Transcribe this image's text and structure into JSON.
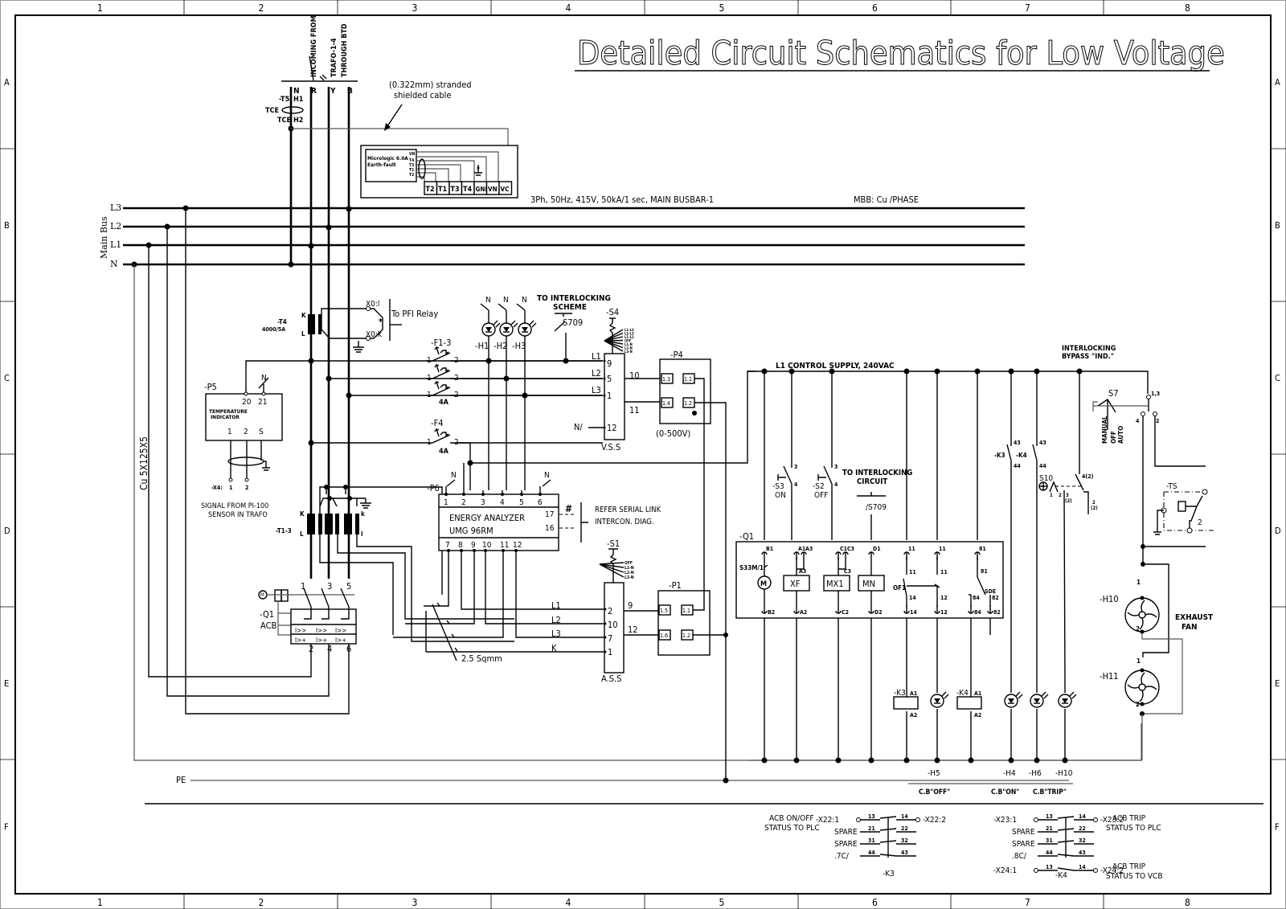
{
  "title": "Detailed Circuit Schematics for Low Voltage",
  "frame": {
    "columns": [
      "1",
      "2",
      "3",
      "4",
      "5",
      "6",
      "7",
      "8"
    ],
    "rows": [
      "A",
      "B",
      "C",
      "D",
      "E",
      "F"
    ]
  },
  "incoming": {
    "label_lines": [
      "INCOMING FROM",
      "TRAFO-1-4",
      "THROUGH BTD"
    ],
    "phases": [
      "N",
      "R",
      "Y",
      "B"
    ],
    "t5": {
      "tag": "-T5",
      "h1": "H1",
      "h2": "H2",
      "tce1": "TCE",
      "tce2": "TCE"
    }
  },
  "cable_note": [
    "(0.322mm) stranded",
    "shielded cable"
  ],
  "micrologic": {
    "name_lines": [
      "Micrologic 6.0A",
      "Earth-fault"
    ],
    "pins": [
      "VN",
      "T4",
      "T3",
      "T1",
      "T2"
    ],
    "terminals": [
      "T2",
      "T1",
      "T3",
      "T4",
      "GND",
      "VN",
      "VC"
    ]
  },
  "busbar": {
    "spec": "3Ph, 50Hz, 415V, 50kA/1 sec, MAIN BUSBAR-1",
    "mbb": "MBB: Cu /PHASE",
    "main_bus_label": "Main Bus",
    "lines": [
      "L3",
      "L2",
      "L1",
      "N"
    ],
    "cu_label": "Cu 5X125X5",
    "pe_label": "PE"
  },
  "t4": {
    "tag": "-T4",
    "ratio": "4000/5A",
    "k": "K",
    "l": "L",
    "x0_1": "X0:l",
    "x0_k": "X0:k",
    "star": "*",
    "pfi": "To PFI Relay"
  },
  "fuses": {
    "f13": "-F1-3",
    "f4": "-F4",
    "rating": "4A",
    "pin1": "1",
    "pin2": "2"
  },
  "lamps_top": {
    "labels": [
      "-H1",
      "-H2",
      "-H3"
    ],
    "n": "N"
  },
  "interlock_scheme": {
    "lines": [
      "TO INTERLOCKING",
      "SCHEME"
    ],
    "s709": "S709"
  },
  "s4": {
    "tag": "-S4",
    "positions": [
      "L1-L3",
      "L2-L3",
      "L1-L2",
      "OFF",
      "L1-N",
      "L2-N",
      "L3-N"
    ]
  },
  "vss": {
    "label": "V.S.S",
    "inputs": [
      {
        "phase": "L1",
        "pin": "9"
      },
      {
        "phase": "L2",
        "pin": "5"
      },
      {
        "phase": "L3",
        "pin": "1"
      },
      {
        "phase": "N/",
        "pin": "12"
      }
    ],
    "out1": "10",
    "out2": "11"
  },
  "p4": {
    "tag": "-P4",
    "terms": [
      "1.3",
      "1.1",
      "1.4",
      "1.2"
    ],
    "range": "(0-500V)"
  },
  "p5": {
    "tag": "-P5",
    "name_lines": [
      "TEMPERATURE",
      "INDICATOR"
    ],
    "top_pins": [
      "20",
      "21"
    ],
    "bottom_pins": [
      "1",
      "2",
      "S"
    ],
    "n": "N",
    "x4": "-X4:",
    "x4_pins": [
      "1",
      "2"
    ],
    "signal_lines": [
      "SIGNAL FROM PI-100",
      "SENSOR IN TRAFO"
    ]
  },
  "t13": {
    "tag": "-T1-3",
    "k": "K",
    "l": "L",
    "k2": "k",
    "l2": "l"
  },
  "p6": {
    "tag": "-P6",
    "top_pins": [
      "1",
      "2",
      "3",
      "4",
      "5",
      "6"
    ],
    "name_lines": [
      "ENERGY ANALYZER",
      "UMG 96RM"
    ],
    "bottom_pins": [
      "7",
      "8",
      "9",
      "10",
      "11",
      "12"
    ],
    "side_pins": [
      "17",
      "16"
    ],
    "hash": "#",
    "serial_note": [
      "REFER SERIAL LINK",
      "INTERCON. DIAG."
    ],
    "n": "N"
  },
  "q1_acb": {
    "tag": "-Q1",
    "name": "ACB",
    "top": [
      "1",
      "3",
      "5"
    ],
    "bottom": [
      "2",
      "4",
      "6"
    ],
    "motor": "M",
    "trip1": "I>>",
    "trip2": "I>+"
  },
  "ass": {
    "label": "A.S.S",
    "inputs": [
      {
        "phase": "L1",
        "pin": "2"
      },
      {
        "phase": "L2",
        "pin": "10"
      },
      {
        "phase": "L3",
        "pin": "7"
      },
      {
        "phase": "K",
        "pin": "1"
      }
    ],
    "out1": "9",
    "out2": "12"
  },
  "s1": {
    "tag": "-S1",
    "positions": [
      "OFF",
      "L1-N",
      "L2-N",
      "L3-N"
    ]
  },
  "p1": {
    "tag": "-P1",
    "terms": [
      "1.5",
      "1.1",
      "1.6",
      "1.2"
    ]
  },
  "wire_size": "2.5 Sqmm",
  "control": {
    "supply": "L1 CONTROL SUPPLY, 240VAC",
    "s3": {
      "tag": "-S3",
      "name": "ON",
      "p3": "3",
      "p4": "4"
    },
    "s2": {
      "tag": "-S2",
      "name": "OFF",
      "p3": "3",
      "p4": "4"
    },
    "interlock_circuit": [
      "TO INTERLOCKING",
      "CIRCUIT"
    ],
    "s709": "/S709",
    "k3k4": {
      "k3": "-K3",
      "k4": "-K4",
      "p43": "43",
      "p44": "44"
    },
    "bypass": [
      "INTERLOCKING",
      "BYPASS \"IND.\""
    ],
    "s7": {
      "tag": "S7",
      "modes": [
        "MANUAL",
        "OFF",
        "AUTO"
      ],
      "p13": "1,3",
      "p4": "4",
      "p2": "2"
    },
    "s10": {
      "tag": "S10",
      "p1": "1",
      "p2": "2",
      "p3": "3",
      "p3b": "(2)",
      "p4": "4(2)",
      "p2b": "2",
      "p2c": "(2)"
    },
    "ts": {
      "tag": "-TS",
      "pin": "2"
    }
  },
  "q1_block": {
    "tag": "-Q1",
    "top_terms": [
      "B1",
      "A1",
      "A3",
      "C1",
      "C3",
      "D1",
      "11",
      "11",
      "81"
    ],
    "motor_tag": "S33M/1",
    "motor": "M",
    "coils": [
      "XF",
      "MX1",
      "MN"
    ],
    "inner": [
      "A3",
      "C3",
      "11",
      "11",
      "81"
    ],
    "of1": "OF1",
    "mid": [
      "14",
      "12",
      "84",
      "SDE",
      "82"
    ],
    "bottom_terms": [
      "B2",
      "A2",
      "C2",
      "D2",
      "14",
      "12",
      "84",
      "82"
    ]
  },
  "bottom_loads": {
    "k3": {
      "tag": "-K3",
      "a1": "A1",
      "a2": "A2"
    },
    "k4": {
      "tag": "-K4",
      "a1": "A1",
      "a2": "A2"
    },
    "lamps": [
      "-H5",
      "-H4",
      "-H6",
      "-H10"
    ],
    "captions": [
      "C.B\"OFF\"",
      "C.B\"ON\"",
      "C.B\"TRIP\""
    ]
  },
  "fans": {
    "h10": "-H10",
    "h11": "-H11",
    "label_lines": [
      "EXHAUST",
      "FAN"
    ],
    "p1": "1",
    "p2": "2"
  },
  "contacts_k3": {
    "desc": [
      "ACB ON/OFF",
      "STATUS TO PLC"
    ],
    "left": "-X22:1",
    "right": "-X22:2",
    "rows": [
      {
        "l": "",
        "a": "13",
        "b": "14"
      },
      {
        "l": "SPARE",
        "a": "21",
        "b": "22"
      },
      {
        "l": "SPARE",
        "a": "31",
        "b": "32"
      },
      {
        "l": ".7C/",
        "a": "44",
        "b": "43"
      }
    ],
    "tag": "-K3"
  },
  "contacts_k4": {
    "desc1": [
      "ACB TRIP",
      "STATUS TO PLC"
    ],
    "desc2": [
      "ACB TRIP",
      "STATUS TO VCB"
    ],
    "left1": "-X23:1",
    "right1": "-X23:2",
    "left2": "-X24:1",
    "right2": "-X24:2",
    "rows": [
      {
        "l": "",
        "a": "13",
        "b": "14"
      },
      {
        "l": "SPARE",
        "a": "21",
        "b": "22"
      },
      {
        "l": "SPARE",
        "a": "31",
        "b": "32"
      },
      {
        "l": ".8C/",
        "a": "44",
        "b": "43"
      }
    ],
    "row5": {
      "a": "13",
      "b": "14"
    },
    "tag": "-K4"
  }
}
